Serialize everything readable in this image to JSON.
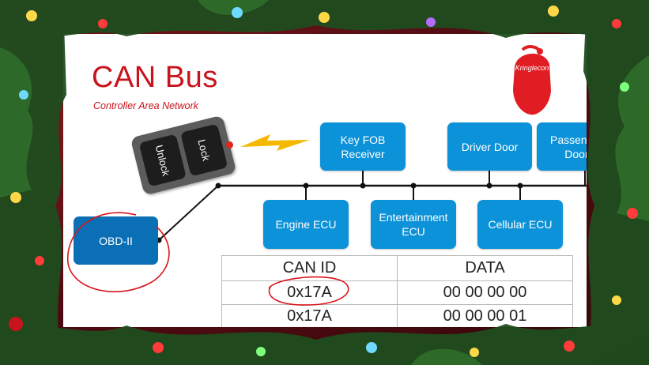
{
  "slide": {
    "title": "CAN Bus",
    "subtitle": "Controller Area Network"
  },
  "fob": {
    "unlock": "Unlock",
    "lock": "Lock"
  },
  "nodes": {
    "obd": "OBD-II",
    "key_fob_receiver": "Key FOB\nReceiver",
    "driver_door": "Driver Door",
    "passenger_door": "Passenger\nDoor",
    "engine_ecu": "Engine ECU",
    "entertainment_ecu": "Entertainment\nECU",
    "cellular_ecu": "Cellular ECU"
  },
  "table": {
    "headers": [
      "CAN ID",
      "DATA"
    ],
    "rows": [
      [
        "0x17A",
        "00 00 00 00"
      ],
      [
        "0x17A",
        "00 00 00 01"
      ]
    ]
  },
  "logo_text": "Kringlecon",
  "colors": {
    "accent_red": "#c8141c",
    "ecu_blue": "#0c92d8",
    "obd_blue": "#0b6fb5",
    "annotation_red": "#d9141c",
    "bolt_yellow": "#f5b800"
  }
}
